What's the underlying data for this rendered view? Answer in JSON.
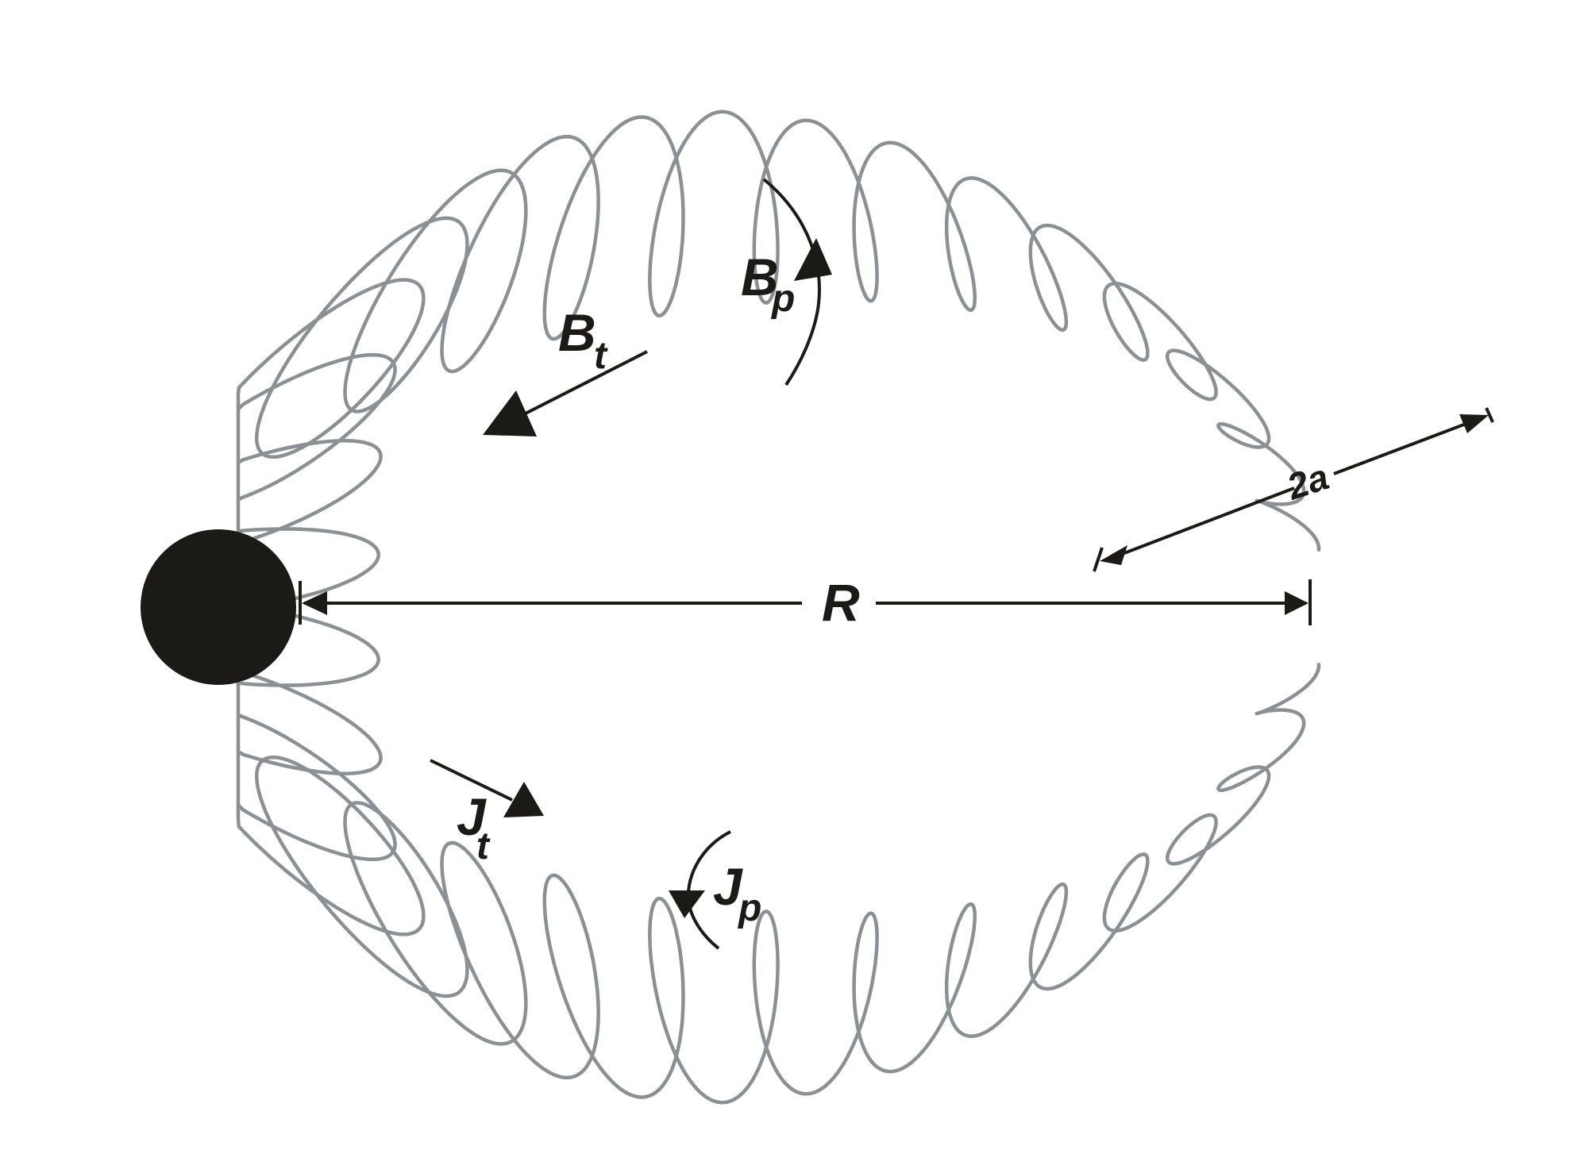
{
  "labels": {
    "b_main": "B",
    "t_sub": "t",
    "p_sub": "p",
    "j_main": "J",
    "radius": "R",
    "minor_diameter": "2a"
  },
  "colors": {
    "coil": "#8a9094",
    "ink": "#1c1a17",
    "background": "#ffffff"
  }
}
